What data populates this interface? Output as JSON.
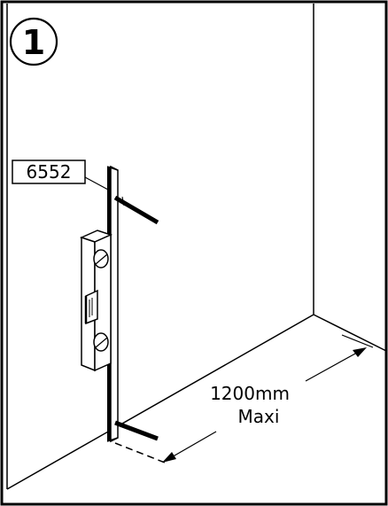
{
  "step": {
    "number": "1"
  },
  "part": {
    "code": "6552"
  },
  "dimension": {
    "value": "1200mm",
    "qualifier": "Maxi"
  }
}
